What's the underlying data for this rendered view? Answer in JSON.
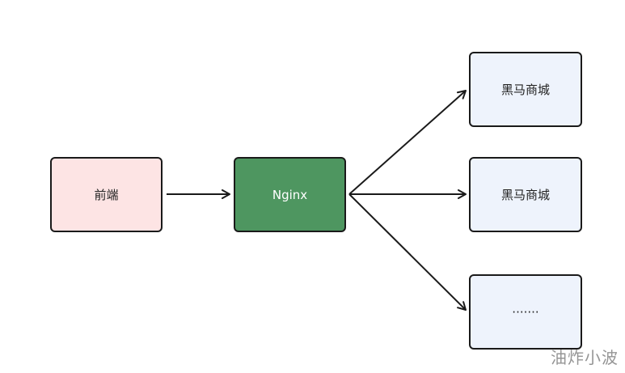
{
  "nodes": {
    "frontend": {
      "label": "前端",
      "fill": "#fde4e4"
    },
    "nginx": {
      "label": "Nginx",
      "fill": "#4e9660"
    },
    "mall_1": {
      "label": "黑马商城",
      "fill": "#eef3fc"
    },
    "mall_2": {
      "label": "黑马商城",
      "fill": "#eef3fc"
    },
    "more": {
      "label": "·······",
      "fill": "#eef3fc"
    }
  },
  "edges": [
    {
      "from": "frontend",
      "to": "nginx"
    },
    {
      "from": "nginx",
      "to": "mall_1"
    },
    {
      "from": "nginx",
      "to": "mall_2"
    },
    {
      "from": "nginx",
      "to": "more"
    }
  ],
  "watermark": "油炸小波",
  "colors": {
    "stroke": "#1a1a1a",
    "watermark": "#8a8a8a"
  }
}
